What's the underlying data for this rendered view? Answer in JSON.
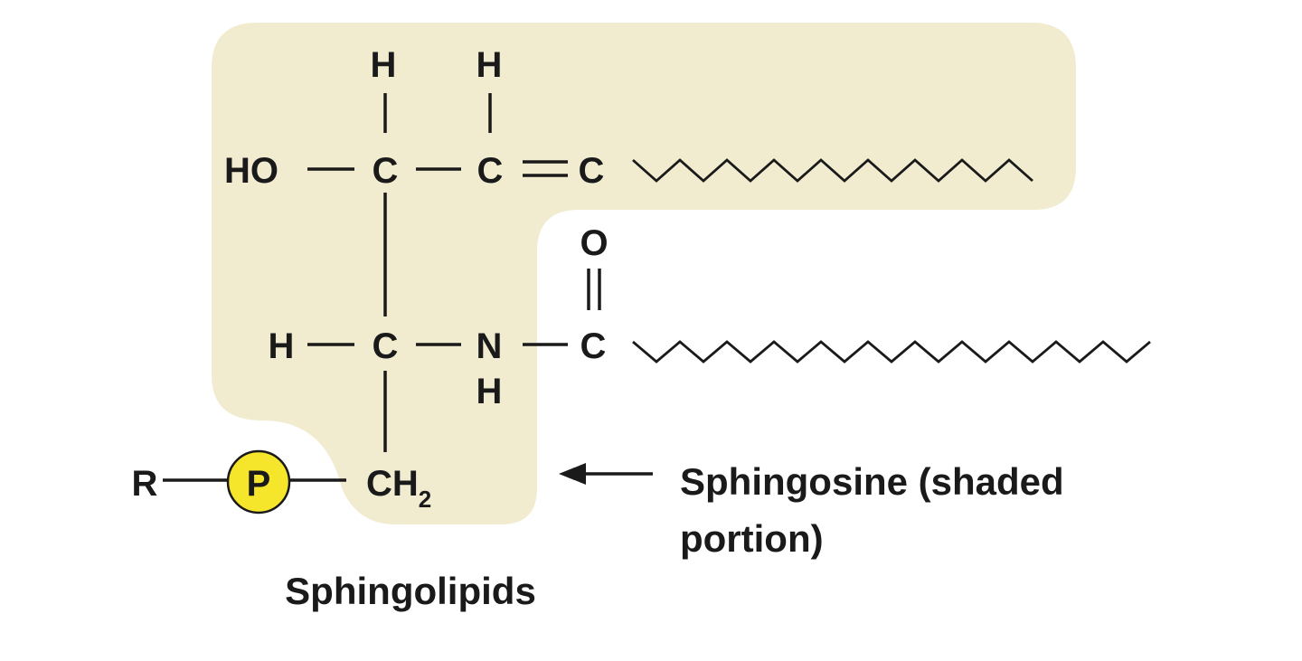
{
  "atoms": {
    "h_top_1": "H",
    "h_top_2": "H",
    "ho": "HO",
    "c1": "C",
    "c2": "C",
    "c3": "C",
    "o": "O",
    "h_left": "H",
    "c4": "C",
    "n": "N",
    "c5": "C",
    "h_under_n": "H",
    "r": "R",
    "phosphate": "P",
    "ch2_base": "CH",
    "ch2_sub": "2"
  },
  "labels": {
    "sphingosine_line1": "Sphingosine (shaded",
    "sphingosine_line2": "portion)",
    "sphingolipids": "Sphingolipids"
  },
  "colors": {
    "shade": "#f1ebcf",
    "phosphate_fill": "#f5e62c",
    "ink": "#1a1a1a"
  }
}
